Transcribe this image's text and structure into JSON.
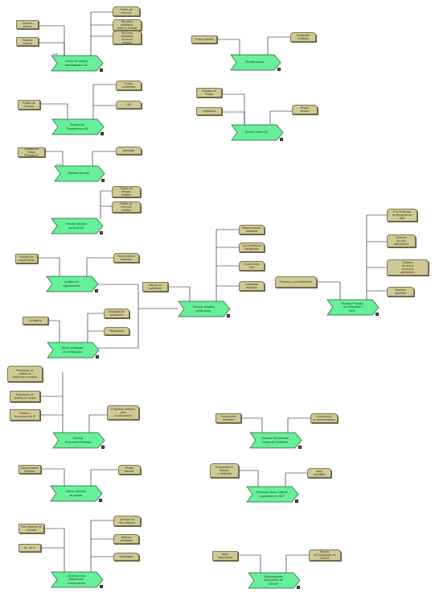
{
  "diagram": {
    "functions": [
      {
        "id": "f1",
        "ref": "1.09",
        "label": "Gestor de pedido\nadministrativo DE"
      },
      {
        "id": "f2",
        "ref": "",
        "label": "Recibir pedido"
      },
      {
        "id": "f3",
        "ref": "",
        "label": "Solicitud de\nTransferencia DE"
      },
      {
        "id": "f4",
        "ref": "1.10",
        "label": "Solicitud firmada"
      },
      {
        "id": "f5",
        "ref": "",
        "label": "Recibir Transf DE"
      },
      {
        "id": "f6",
        "ref": "",
        "label": "Recibir solicitud\nde firma DE"
      },
      {
        "id": "f7",
        "ref": "",
        "label": "Análisis de\nrequerimiento"
      },
      {
        "id": "f8",
        "ref": "",
        "label": "Emitir certificado\nde certificación"
      },
      {
        "id": "f9",
        "ref": "",
        "label": "Generar solicitud\ncertificación"
      },
      {
        "id": "f10",
        "ref": "",
        "label": "Realizar Proceso\nde verificación\nDEA"
      },
      {
        "id": "f11",
        "ref": "",
        "label": "Generar\nPropuesta Revisada"
      },
      {
        "id": "f12",
        "ref": "",
        "label": "Generar Documental\nDesarrollo Definitivo"
      },
      {
        "id": "f13",
        "ref": "",
        "label": "Liberar solicitud\nde pedido"
      },
      {
        "id": "f14",
        "ref": "",
        "label": "Evaluador Base Cultural\ny gestiones en SAP"
      },
      {
        "id": "f15",
        "ref": "",
        "label": "Generar Libro\nBalanza en\nConcordancia"
      },
      {
        "id": "f16",
        "ref": "",
        "label": "Responsables\nIndicadores de\nGESAP"
      }
    ],
    "nodes": [
      {
        "id": "n1",
        "kind": "data",
        "label": "Solicitud\ninterna"
      },
      {
        "id": "n2",
        "kind": "data",
        "label": "Solicitud\nexterna"
      },
      {
        "id": "n3",
        "kind": "doc",
        "label": "Pedido de\nrecursos"
      },
      {
        "id": "n4",
        "kind": "doc",
        "label": "Recursos\nrealizados\nmotivo y formato"
      },
      {
        "id": "n5",
        "kind": "doc",
        "label": "Recursos\nrealizados\nFecha de\nemisión"
      },
      {
        "id": "n6",
        "kind": "data",
        "label": "Pedido definido"
      },
      {
        "id": "n7",
        "kind": "doc",
        "label": "Solicitudes\nrecibidas"
      },
      {
        "id": "n8",
        "kind": "data",
        "label": "Pedido de\nCompra"
      },
      {
        "id": "n9",
        "kind": "doc",
        "label": "Pedido\nconfirmado"
      },
      {
        "id": "n10",
        "kind": "doc",
        "label": "DM"
      },
      {
        "id": "n11",
        "kind": "data",
        "label": "Solicitud de\nPedido"
      },
      {
        "id": "n12",
        "kind": "data",
        "label": "Legislación"
      },
      {
        "id": "n13",
        "kind": "doc",
        "label": "Pedido\nemitido"
      },
      {
        "id": "n14",
        "kind": "data",
        "label": "Solicitud de Transf.\nFirmada DE"
      },
      {
        "id": "n15",
        "kind": "doc",
        "label": "Aprobado"
      },
      {
        "id": "n16",
        "kind": "doc",
        "label": "Pedido de\nfirmado\nrecibido"
      },
      {
        "id": "n17",
        "kind": "doc",
        "label": "Pedido de\nrecursos\nrecibido"
      },
      {
        "id": "n18",
        "kind": "data",
        "label": "Solicitud de\nrequerimiento"
      },
      {
        "id": "n19",
        "kind": "doc",
        "label": "Requerimiento\nanalizado"
      },
      {
        "id": "n20",
        "kind": "data",
        "label": "Normativa"
      },
      {
        "id": "n21",
        "kind": "doc",
        "label": "Resultado de\nverificación"
      },
      {
        "id": "n22",
        "kind": "doc",
        "label": "Planificación"
      },
      {
        "id": "n23",
        "kind": "data",
        "label": "Informe de\nfactibilidad"
      },
      {
        "id": "n24",
        "kind": "doc",
        "label": "Requerimientos\nvalidados"
      },
      {
        "id": "n25",
        "kind": "doc",
        "label": "Documentación\nidentificada"
      },
      {
        "id": "n26",
        "kind": "doc",
        "label": "Documentos\nDEA"
      },
      {
        "id": "n27",
        "kind": "doc",
        "label": "Certificado\naceptado"
      },
      {
        "id": "n28",
        "kind": "doc",
        "label": "Procesos y procedimientos"
      },
      {
        "id": "n29",
        "kind": "doc",
        "label": "Pre-Verificado\nde liberación de\nSAP"
      },
      {
        "id": "n30",
        "kind": "doc",
        "label": "Revisión\nde ciclo\nsatisfactoria"
      },
      {
        "id": "n31",
        "kind": "doc",
        "label": "Revisión\nde ciclo y\nconceptos\nsatisfactorio"
      },
      {
        "id": "n32",
        "kind": "doc",
        "label": "Revisión\naprobada"
      },
      {
        "id": "n33",
        "kind": "doc",
        "label": "Resultados de\nanálisis de\nauditorías o estados"
      },
      {
        "id": "n34",
        "kind": "data",
        "label": "Resultados de\nanálisis de costos"
      },
      {
        "id": "n35",
        "kind": "data",
        "label": "Factura o\nDocumento de IP"
      },
      {
        "id": "n36",
        "kind": "doc",
        "label": "Propuesta revisada\npara\nsu aprobación"
      },
      {
        "id": "n37",
        "kind": "data",
        "label": "Documentos\nrevisados"
      },
      {
        "id": "n38",
        "kind": "doc",
        "label": "Documentos\nen documentación"
      },
      {
        "id": "n39",
        "kind": "data",
        "label": "Requerimiento\nrealizado"
      },
      {
        "id": "n40",
        "kind": "doc",
        "label": "Pedido\nliberado"
      },
      {
        "id": "n41",
        "kind": "doc",
        "label": "Requerimiento\nliberado\ny verificado"
      },
      {
        "id": "n42",
        "kind": "doc",
        "label": "Base\ncalculada"
      },
      {
        "id": "n43",
        "kind": "data",
        "label": "Libro Balanza de\nCuentas"
      },
      {
        "id": "n44",
        "kind": "data",
        "label": "No. de IV"
      },
      {
        "id": "n45",
        "kind": "doc",
        "label": "Revisión de\nlibro balanza"
      },
      {
        "id": "n46",
        "kind": "doc",
        "label": "Balanza\nconciliada"
      },
      {
        "id": "n47",
        "kind": "doc",
        "label": "Resultados"
      },
      {
        "id": "n48",
        "kind": "data",
        "label": "Datos\nconsultados"
      },
      {
        "id": "n49",
        "kind": "doc",
        "label": "Reporte\nde indicadores de\nGESAP"
      }
    ]
  }
}
